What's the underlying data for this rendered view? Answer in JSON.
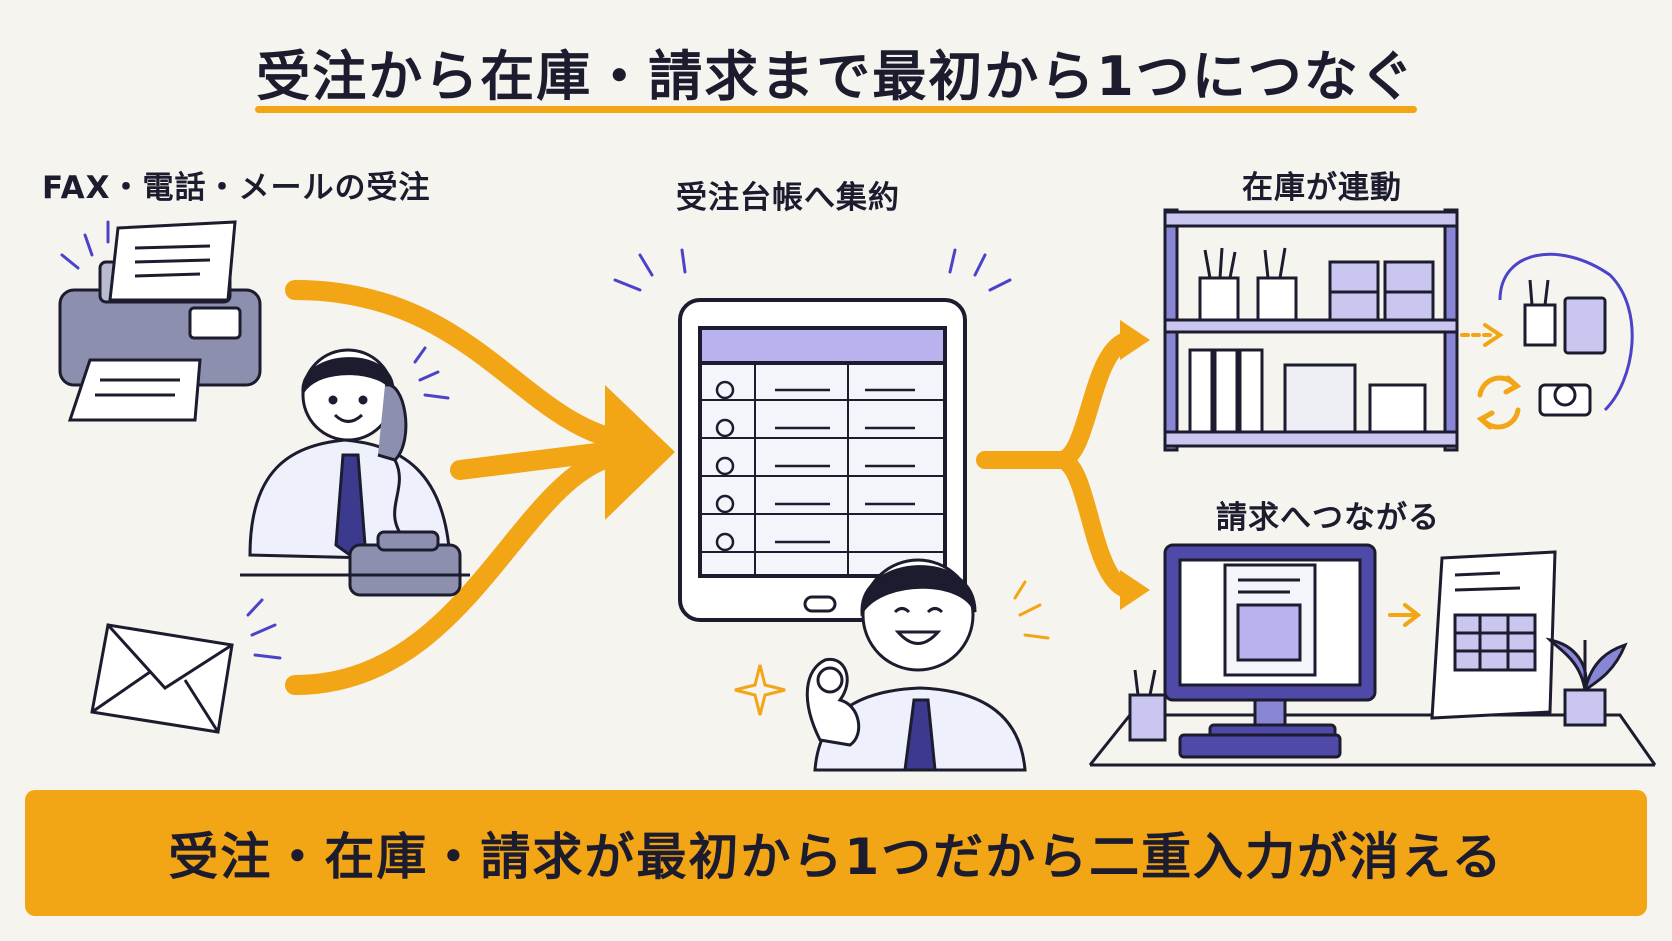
{
  "title": "受注から在庫・請求まで最初から1つにつなぐ",
  "labels": {
    "orders": "FAX・電話・メールの受注",
    "ledger": "受注台帳へ集約",
    "inventory": "在庫が連動",
    "billing": "請求へつながる"
  },
  "banner": "受注・在庫・請求が最初から1つだから二重入力が消える",
  "colors": {
    "accent": "#f2a515",
    "purple": "#6b64c8",
    "light_purple": "#c9c6f0",
    "ink": "#1c1c2e"
  },
  "icons": [
    "fax-icon",
    "phone-person-icon",
    "mail-icon",
    "tablet-ledger-icon",
    "ok-person-icon",
    "shelf-icon",
    "stationery-icon",
    "sync-icon",
    "monitor-icon",
    "invoice-icon",
    "plant-icon"
  ]
}
